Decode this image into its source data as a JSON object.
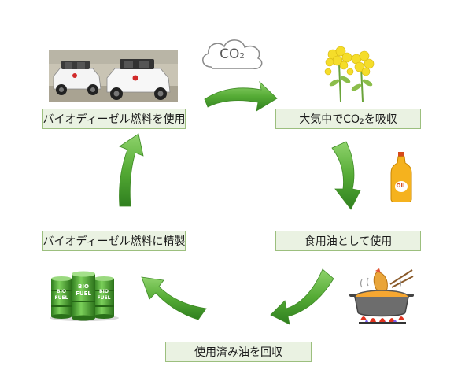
{
  "cycle": {
    "top_left_label": "バイオディーゼル燃料を使用",
    "top_right_label_prefix": "大気中でCO",
    "top_right_label_sub": "2",
    "top_right_label_suffix": "を吸収",
    "mid_right_label": "食用油として使用",
    "bottom_label": "使用済み油を回収",
    "mid_left_label": "バイオディーゼル燃料に精製"
  },
  "cloud": {
    "text_main": "CO",
    "text_sub": "2"
  },
  "oil_bottle": {
    "label": "OIL"
  },
  "barrels": {
    "line1": "BIO",
    "line2": "FUEL"
  },
  "colors": {
    "arrow_green": "#5aae3a",
    "label_bg": "#eaf2e2",
    "label_border": "#9cbf7e"
  }
}
